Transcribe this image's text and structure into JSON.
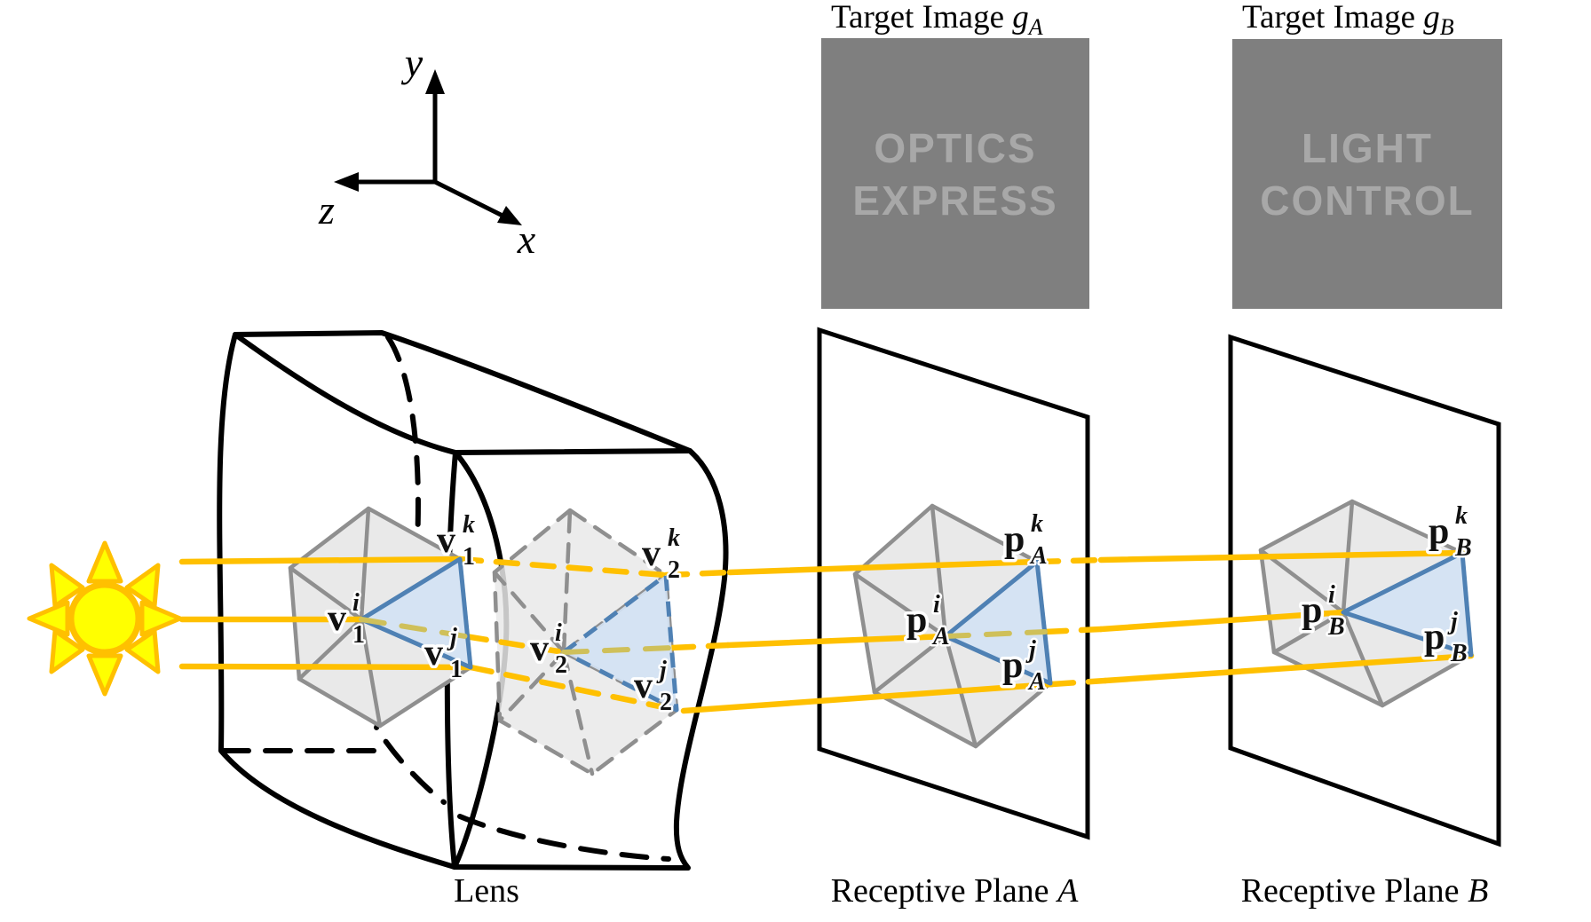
{
  "axes": {
    "x_label": "x",
    "y_label": "y",
    "z_label": "z"
  },
  "targets": {
    "a": {
      "title_prefix": "Target Image ",
      "symbol": "g",
      "symbol_sub": "A",
      "box_lines": [
        "OPTICS",
        "EXPRESS"
      ]
    },
    "b": {
      "title_prefix": "Target Image ",
      "symbol": "g",
      "symbol_sub": "B",
      "box_lines": [
        "LIGHT",
        "CONTROL"
      ]
    }
  },
  "lens": {
    "label": "Lens"
  },
  "planes": {
    "a": {
      "label_prefix": "Receptive Plane ",
      "label_italic": "A"
    },
    "b": {
      "label_prefix": "Receptive Plane ",
      "label_italic": "B"
    }
  },
  "vertex_labels": {
    "v1i": {
      "main": "v",
      "sup": "i",
      "sub": "1"
    },
    "v1j": {
      "main": "v",
      "sup": "j",
      "sub": "1"
    },
    "v1k": {
      "main": "v",
      "sup": "k",
      "sub": "1"
    },
    "v2i": {
      "main": "v",
      "sup": "i",
      "sub": "2"
    },
    "v2j": {
      "main": "v",
      "sup": "j",
      "sub": "2"
    },
    "v2k": {
      "main": "v",
      "sup": "k",
      "sub": "2"
    },
    "pAi": {
      "main": "p",
      "sup": "i",
      "sub": "A"
    },
    "pAj": {
      "main": "p",
      "sup": "j",
      "sub": "A"
    },
    "pAk": {
      "main": "p",
      "sup": "k",
      "sub": "A"
    },
    "pBi": {
      "main": "p",
      "sup": "i",
      "sub": "B"
    },
    "pBj": {
      "main": "p",
      "sup": "j",
      "sub": "B"
    },
    "pBk": {
      "main": "p",
      "sup": "k",
      "sub": "B"
    }
  },
  "colors": {
    "ray": "#FFC000",
    "ray_hidden": "#CFC05A",
    "sun_fill": "#FFFF00",
    "sun_stroke": "#FFC000",
    "triangle_stroke": "#4F81B4",
    "triangle_fill": "#D3E2F3",
    "mesh_stroke": "#8F8F8F",
    "mesh_fill": "#E9E9E9",
    "target_box": "#7F7F7F",
    "target_box_text": "#A8A8A8",
    "outline": "#000000"
  }
}
